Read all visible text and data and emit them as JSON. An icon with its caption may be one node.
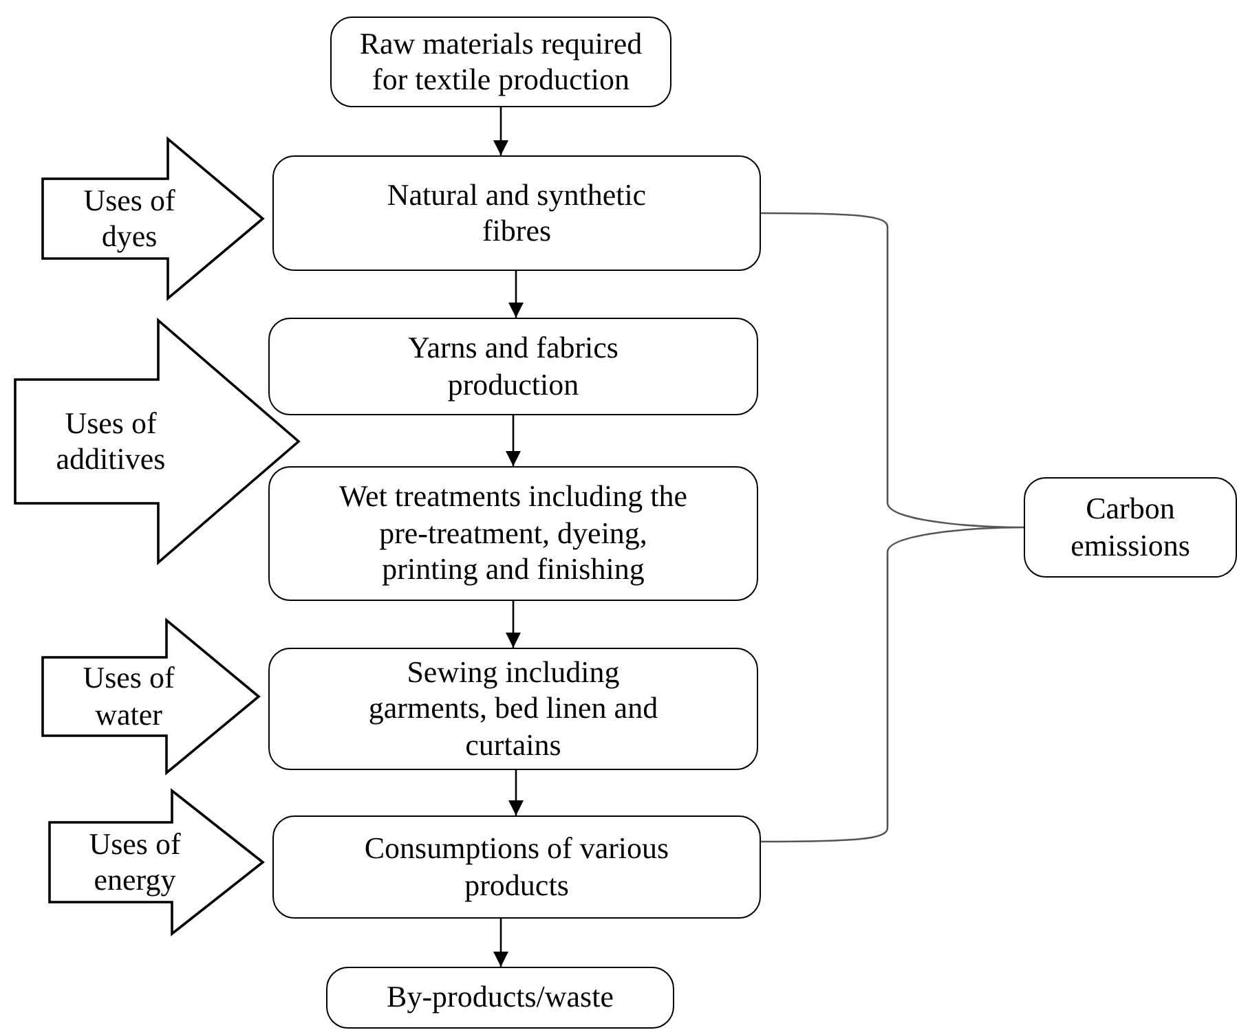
{
  "diagram": {
    "nodes": [
      {
        "text": [
          "Raw materials required for textile production"
        ]
      },
      {
        "text": [
          "Natural and synthetic fibres"
        ]
      },
      {
        "text": [
          "Yarns and fabrics production"
        ]
      },
      {
        "text": [
          "Wet treatments including the pre-treatment, dyeing, printing and finishing"
        ]
      },
      {
        "text": [
          "Sewing including garments, bed linen and curtains"
        ]
      },
      {
        "text": [
          "Consumptions of various products"
        ]
      },
      {
        "text": [
          "By-products/waste"
        ]
      },
      {
        "text": [
          "Uses of dyes"
        ]
      },
      {
        "text": [
          "Uses of additives"
        ]
      },
      {
        "text": [
          "Uses of water"
        ]
      },
      {
        "text": [
          "Uses of energy"
        ]
      },
      {
        "text": [
          "Carbon emissions"
        ]
      }
    ],
    "edges": [
      {
        "from": 0,
        "to": 1,
        "arrow": "to"
      },
      {
        "from": 1,
        "to": 2,
        "arrow": "to"
      },
      {
        "from": 2,
        "to": 3,
        "arrow": "to"
      },
      {
        "from": 3,
        "to": 4,
        "arrow": "to"
      },
      {
        "from": 4,
        "to": 5,
        "arrow": "to"
      },
      {
        "from": 5,
        "to": 6,
        "arrow": "to"
      }
    ]
  }
}
